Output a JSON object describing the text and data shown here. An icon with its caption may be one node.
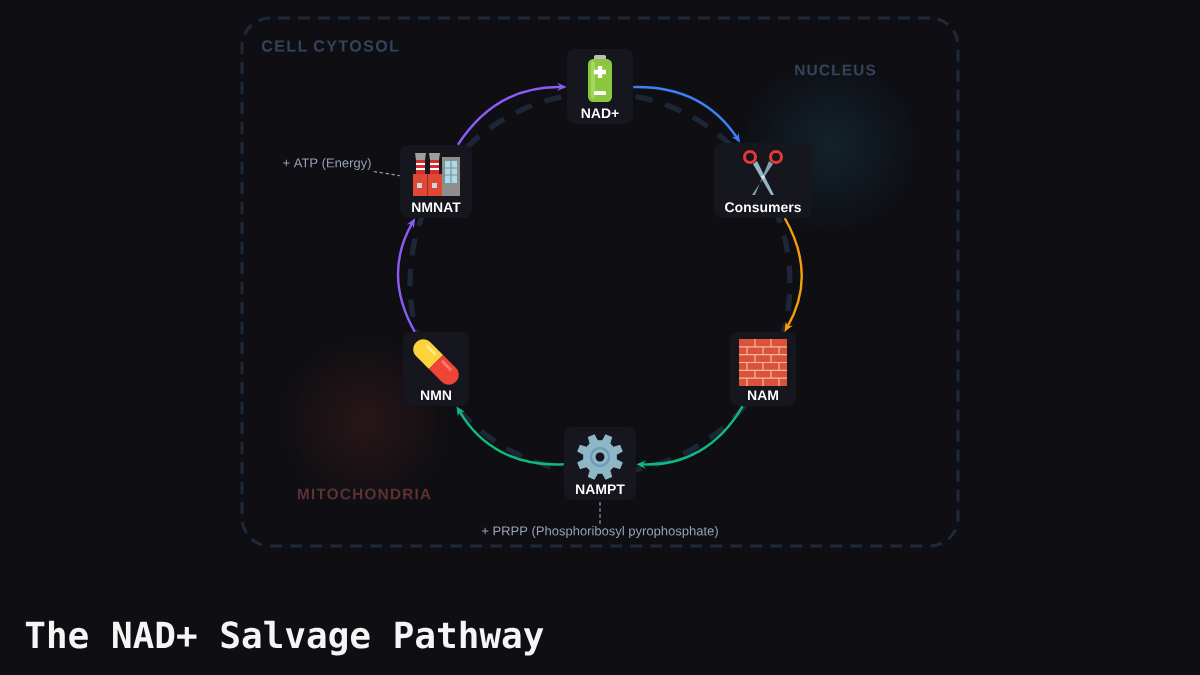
{
  "diagram": {
    "title": "The NAD+ Salvage Pathway",
    "nodes": [
      {
        "text": [
          "CELL CYTOSOL"
        ]
      },
      {
        "text": [
          "NAD+"
        ],
        "in": 0
      },
      {
        "text": [
          "Consumers"
        ],
        "in": 0
      },
      {
        "text": [
          "NAM"
        ],
        "in": 0
      },
      {
        "text": [
          "NAMPT"
        ],
        "in": 0
      },
      {
        "text": [
          "NMN"
        ],
        "in": 0
      },
      {
        "text": [
          "NMNAT"
        ],
        "in": 0
      },
      {
        "text": [
          "+ ATP (Energy)"
        ],
        "in": 0
      },
      {
        "text": [
          "+ PRPP (Phosphoribosyl pyrophosphate)"
        ],
        "in": 0
      }
    ],
    "edges": [
      {
        "from": 1,
        "to": 2,
        "arrow": "to",
        "color": "#3b82f6"
      },
      {
        "from": 2,
        "to": 3,
        "arrow": "to",
        "color": "#f59e0b"
      },
      {
        "from": 3,
        "to": 4,
        "arrow": "to",
        "color": "#10b981"
      },
      {
        "from": 4,
        "to": 5,
        "arrow": "to",
        "color": "#10b981"
      },
      {
        "from": 5,
        "to": 6,
        "arrow": "to",
        "color": "#8b5cf6"
      },
      {
        "from": 6,
        "to": 1,
        "arrow": "to",
        "color": "#8b5cf6"
      },
      {
        "from": 7,
        "to": 6,
        "arrow": "none",
        "style": "dashed",
        "color": "#94a3b8"
      },
      {
        "from": 8,
        "to": 4,
        "arrow": "none",
        "style": "dashed",
        "color": "#94a3b8"
      }
    ],
    "labels": [
      "NUCLEUS",
      "MITOCHONDRIA"
    ]
  }
}
